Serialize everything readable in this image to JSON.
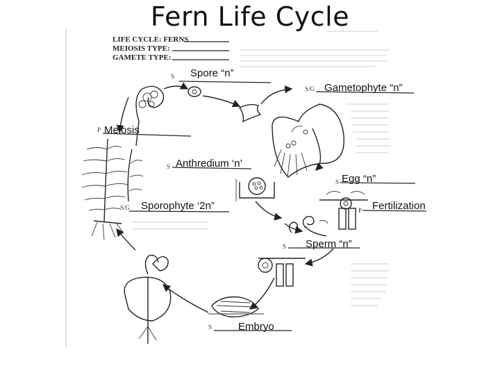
{
  "title": "Fern Life Cycle",
  "worksheet_header": [
    "LIFE CYCLE:  FERNS",
    "MEIOSIS TYPE:",
    "GAMETE TYPE:"
  ],
  "labels": {
    "spore": "Spore “n”",
    "gametophyte": "Gametophyte “n”",
    "meiosis": "Meiosis",
    "anthredium": "Anthredium ‘n’",
    "egg": "Egg “n”",
    "sporophyte": "Sporophyte ‘2n”",
    "fertilization": "Fertilization",
    "sperm": "Sperm  “n”",
    "embryo": "Embryo"
  },
  "blank_tags": {
    "spore": "S",
    "gametophyte": "S/G",
    "meiosis": "P",
    "anthredium": "S",
    "egg": "S",
    "sporophyte": "S/G",
    "fertilization": "P",
    "sperm": "S",
    "embryo": "S"
  }
}
